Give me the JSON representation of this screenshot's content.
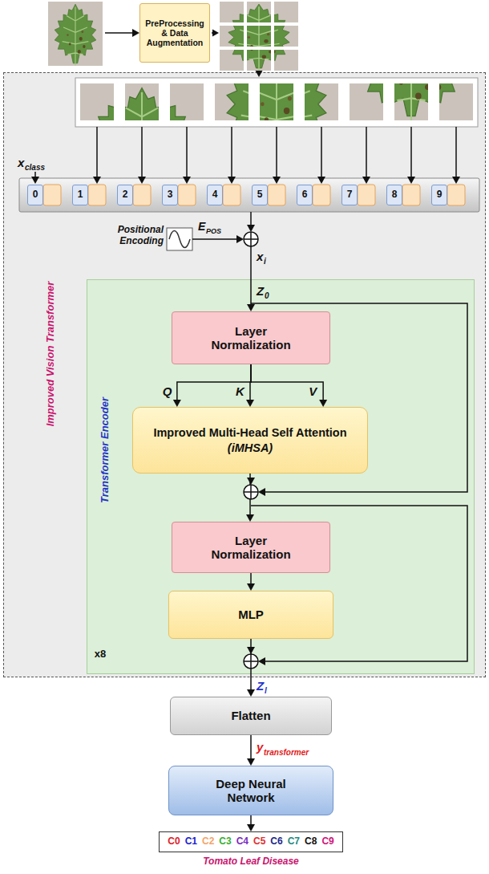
{
  "diagram": {
    "nodes": [
      {
        "text": [
          "PreProcessing & Data Augmentation"
        ]
      },
      {
        "text": [
          "Improved Vision Transformer"
        ]
      },
      {
        "text": [
          "0"
        ],
        "in": 1
      },
      {
        "text": [
          "1"
        ],
        "in": 1
      },
      {
        "text": [
          "2"
        ],
        "in": 1
      },
      {
        "text": [
          "3"
        ],
        "in": 1
      },
      {
        "text": [
          "4"
        ],
        "in": 1
      },
      {
        "text": [
          "5"
        ],
        "in": 1
      },
      {
        "text": [
          "6"
        ],
        "in": 1
      },
      {
        "text": [
          "7"
        ],
        "in": 1
      },
      {
        "text": [
          "8"
        ],
        "in": 1
      },
      {
        "text": [
          "9"
        ],
        "in": 1
      },
      {
        "text": [
          "Transformer Encoder",
          "x8"
        ],
        "in": 1
      },
      {
        "text": [
          "Layer Normalization"
        ],
        "in": 12
      },
      {
        "text": [
          "Improved Multi-Head Self Attention",
          "(iMHSA)"
        ],
        "in": 12
      },
      {
        "text": [
          "Layer Normalization"
        ],
        "in": 12
      },
      {
        "text": [
          "MLP"
        ],
        "in": 12
      },
      {
        "text": [
          "Flatten"
        ]
      },
      {
        "text": [
          "Deep Neural Network"
        ]
      },
      {
        "text": [
          "C0",
          "C1",
          "C2",
          "C3",
          "C4",
          "C5",
          "C6",
          "C7",
          "C8",
          "C9"
        ]
      }
    ],
    "edges": [
      {
        "from": 13,
        "to": 14,
        "label": "Q",
        "arrow": "to"
      },
      {
        "from": 13,
        "to": 14,
        "label": "K",
        "arrow": "to"
      },
      {
        "from": 13,
        "to": 14,
        "label": "V",
        "arrow": "to"
      },
      {
        "from": 14,
        "to": 15,
        "arrow": "to"
      },
      {
        "from": 15,
        "to": 16,
        "arrow": "to"
      },
      {
        "from": 16,
        "to": 17,
        "arrow": "to"
      },
      {
        "from": 17,
        "to": 18,
        "arrow": "to"
      },
      {
        "from": 18,
        "to": 19,
        "arrow": "to"
      }
    ],
    "labels": [
      "x",
      "class",
      "Positional Encoding",
      "E",
      "POS",
      "x",
      "i",
      "Z",
      "0",
      "Z",
      "l",
      "y",
      "transformer",
      "Tomato Leaf Disease"
    ]
  }
}
